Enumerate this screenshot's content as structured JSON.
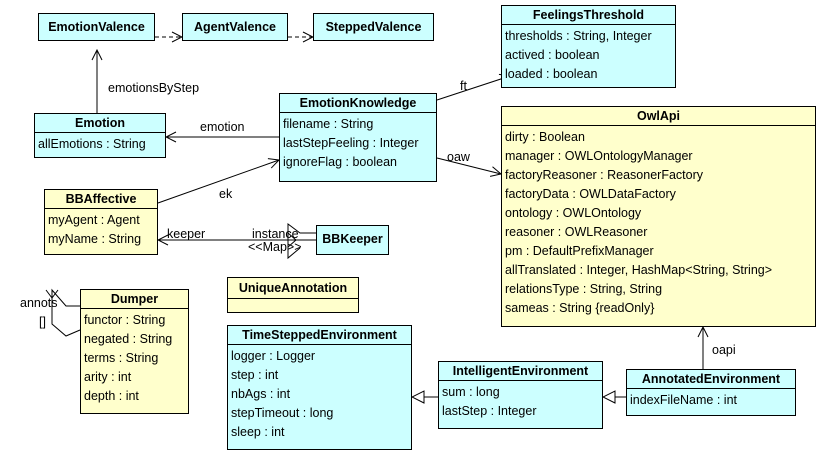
{
  "classes": {
    "emotion_valence": {
      "name": "EmotionValence",
      "attrs": []
    },
    "agent_valence": {
      "name": "AgentValence",
      "attrs": []
    },
    "stepped_valence": {
      "name": "SteppedValence",
      "attrs": []
    },
    "feelings_threshold": {
      "name": "FeelingsThreshold",
      "attrs": [
        "thresholds : String, Integer",
        "actived : boolean",
        "loaded : boolean"
      ]
    },
    "emotion": {
      "name": "Emotion",
      "attrs": [
        "allEmotions : String"
      ]
    },
    "emotion_knowledge": {
      "name": "EmotionKnowledge",
      "attrs": [
        "filename : String",
        "lastStepFeeling : Integer",
        "ignoreFlag : boolean"
      ]
    },
    "owl_api": {
      "name": "OwlApi",
      "attrs": [
        "dirty : Boolean",
        "manager : OWLOntologyManager",
        "factoryReasoner : ReasonerFactory",
        "factoryData : OWLDataFactory",
        "ontology : OWLOntology",
        "reasoner : OWLReasoner",
        "pm : DefaultPrefixManager",
        "allTranslated : Integer, HashMap<String, String>",
        "relationsType : String, String",
        "sameas : String {readOnly}"
      ]
    },
    "bb_affective": {
      "name": "BBAffective",
      "attrs": [
        "myAgent : Agent",
        "myName : String"
      ]
    },
    "bb_keeper": {
      "name": "BBKeeper",
      "attrs": []
    },
    "unique_annotation": {
      "name": "UniqueAnnotation",
      "attrs": []
    },
    "dumper": {
      "name": "Dumper",
      "attrs": [
        "functor : String",
        "negated : String",
        "terms : String",
        "arity : int",
        "depth : int"
      ]
    },
    "time_stepped_environment": {
      "name": "TimeSteppedEnvironment",
      "attrs": [
        "logger : Logger",
        "step : int",
        "nbAgs : int",
        "stepTimeout : long",
        "sleep : int"
      ]
    },
    "intelligent_environment": {
      "name": "IntelligentEnvironment",
      "attrs": [
        "sum : long",
        "lastStep : Integer"
      ]
    },
    "annotated_environment": {
      "name": "AnnotatedEnvironment",
      "attrs": [
        "indexFileName : int"
      ]
    }
  },
  "edge_labels": {
    "emotions_by_step": "emotionsByStep",
    "emotion": "emotion",
    "ft": "ft",
    "oaw": "oaw",
    "ek": "ek",
    "keeper": "keeper",
    "instance": "instance",
    "map": "<<Map>>",
    "annots": "annots",
    "annots_mult": "[]",
    "oapi": "oapi"
  },
  "colors": {
    "class_cyan": "#ccffff",
    "class_yellow": "#ffffcc",
    "line": "#000000"
  }
}
